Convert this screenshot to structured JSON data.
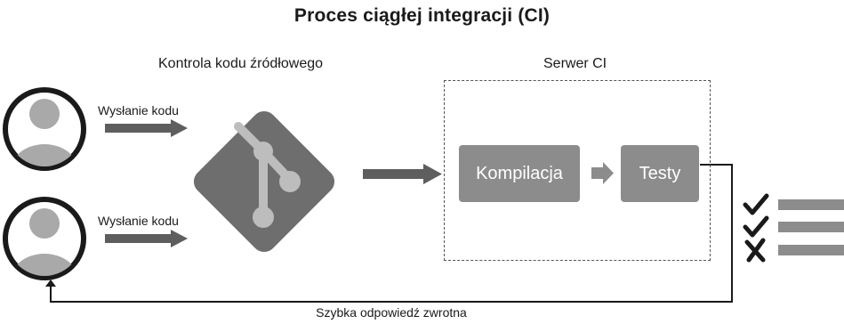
{
  "title": "Proces ciągłej integracji (CI)",
  "source_control_label": "Kontrola kodu źródłowego",
  "ci_server_label": "Serwer CI",
  "developers": [
    {
      "push_label": "Wysłanie kodu"
    },
    {
      "push_label": "Wysłanie kodu"
    }
  ],
  "stages": [
    {
      "label": "Kompilacja"
    },
    {
      "label": "Testy"
    }
  ],
  "results": [
    {
      "status": "pass",
      "icon": "check-icon"
    },
    {
      "status": "pass",
      "icon": "check-icon"
    },
    {
      "status": "fail",
      "icon": "cross-icon"
    }
  ],
  "feedback_label": "Szybka odpowiedź zwrotna",
  "colors": {
    "arrow": "#5e5e5e",
    "stage_fill": "#8c8c8c",
    "git_diamond": "#6e6e6e",
    "avatar_ring": "#1a1a1a",
    "avatar_fill": "#a9a9a9",
    "result_bar": "#8c8c8c"
  }
}
